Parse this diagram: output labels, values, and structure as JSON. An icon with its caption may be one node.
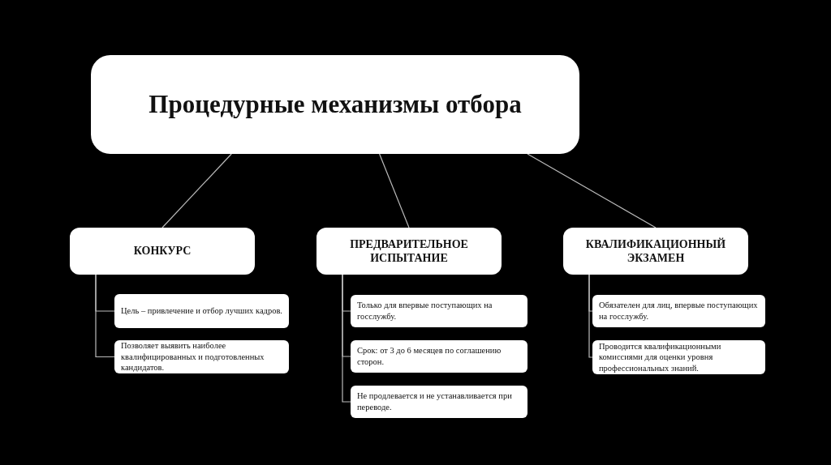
{
  "diagram": {
    "nodes": [
      {
        "text": [
          "Процедурные механизмы отбора"
        ]
      },
      {
        "text": [
          "КОНКУРС"
        ]
      },
      {
        "text": [
          "ПРЕДВАРИТЕЛЬНОЕ ИСПЫТАНИЕ"
        ]
      },
      {
        "text": [
          "КВАЛИФИКАЦИОННЫЙ ЭКЗАМЕН"
        ]
      },
      {
        "text": [
          "Цель – привлечение и отбор лучших кадров."
        ]
      },
      {
        "text": [
          "Позволяет выявить наиболее квалифицированных и подготовленных кандидатов."
        ]
      },
      {
        "text": [
          "Только для впервые поступающих на госслужбу."
        ]
      },
      {
        "text": [
          "Срок: от 3 до 6 месяцев по соглашению сторон."
        ]
      },
      {
        "text": [
          "Не продлевается и не устанавливается при переводе."
        ]
      },
      {
        "text": [
          "Обязателен для лиц, впервые поступающих на госслужбу."
        ]
      },
      {
        "text": [
          "Проводится квалификационными комиссиями для оценки уровня профессиональных знаний."
        ]
      }
    ],
    "edges": [
      {
        "from": 0,
        "to": 1,
        "arrow": "none"
      },
      {
        "from": 0,
        "to": 2,
        "arrow": "none"
      },
      {
        "from": 0,
        "to": 3,
        "arrow": "none"
      },
      {
        "from": 1,
        "to": 4,
        "arrow": "none"
      },
      {
        "from": 1,
        "to": 5,
        "arrow": "none"
      },
      {
        "from": 2,
        "to": 6,
        "arrow": "none"
      },
      {
        "from": 2,
        "to": 7,
        "arrow": "none"
      },
      {
        "from": 2,
        "to": 8,
        "arrow": "none"
      },
      {
        "from": 3,
        "to": 9,
        "arrow": "none"
      },
      {
        "from": 3,
        "to": 10,
        "arrow": "none"
      }
    ]
  }
}
